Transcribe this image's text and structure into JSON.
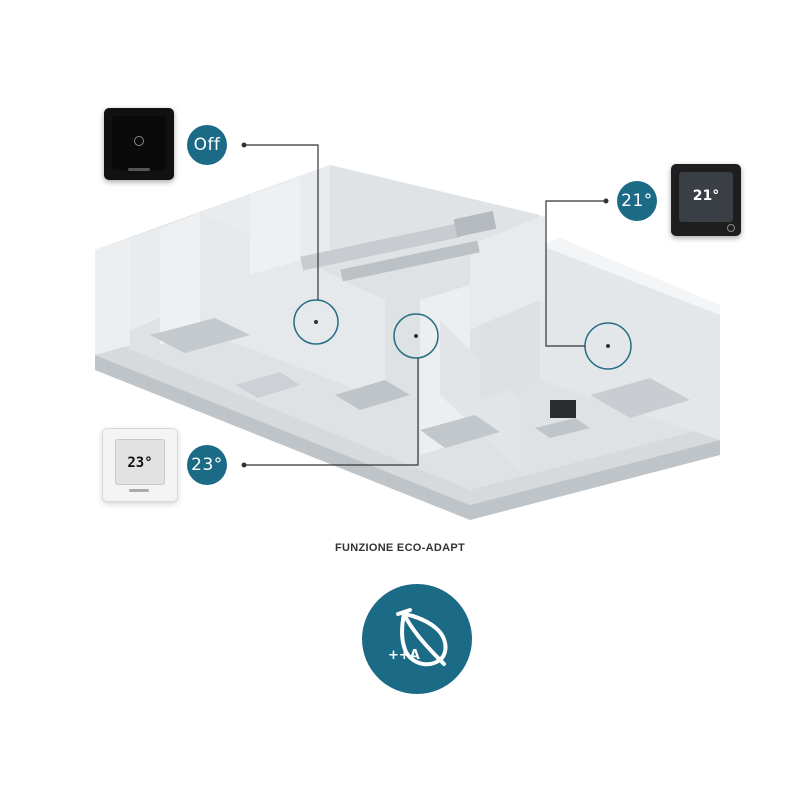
{
  "feature": {
    "title": "FUNZIONE ECO-ADAPT",
    "badge_text": "++A"
  },
  "thermostats": [
    {
      "id": "top-left",
      "bubble_label": "Off",
      "device": "black-touch-thermostat"
    },
    {
      "id": "right",
      "bubble_label": "21°",
      "device": "color-screen-thermostat",
      "screen_value": "21°"
    },
    {
      "id": "bottom-left",
      "bubble_label": "23°",
      "device": "white-lcd-thermostat",
      "screen_value": "23°"
    }
  ],
  "colors": {
    "accent": "#1c6b86",
    "wall": "#e6e9ec",
    "floor": "#cfd3d7"
  }
}
